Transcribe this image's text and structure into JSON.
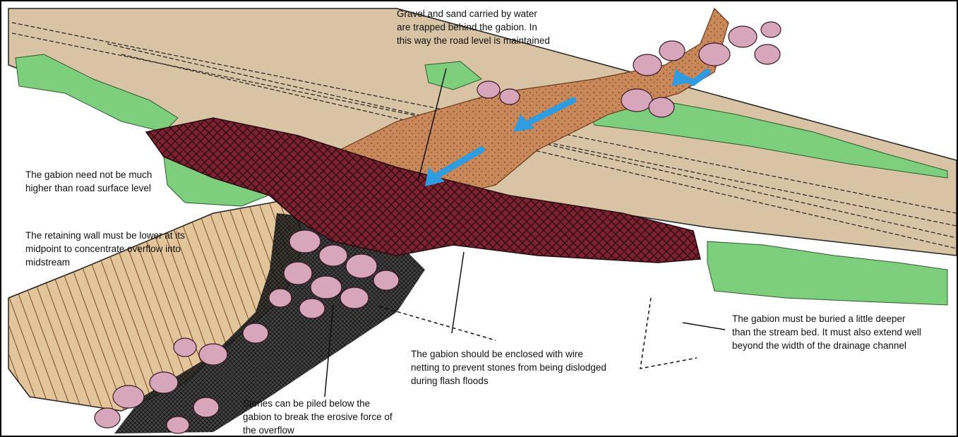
{
  "annotations": {
    "gravel_trapped": "Gravel and sand carried by water are trapped behind the gabion. In this way the road level is maintained",
    "gabion_height": "The gabion need not be much higher than road surface level",
    "retaining_wall": "The retaining wall must be lower at its midpoint to concentrate overflow into midstream",
    "gabion_enclosed": "The gabion should be enclosed with wire netting to prevent stones from being dislodged during flash floods",
    "gabion_buried": "The gabion must be buried a little deeper than the stream bed. It must also extend well beyond the width of the drainage channel",
    "stones_piled": "Stones can be piled below the gabion to break the erosive force of the overflow"
  },
  "colors": {
    "road": "#d8c3a5",
    "gabion": "#7a2230",
    "sediment": "#c9885a",
    "grass": "#7dcf7d",
    "stones": "#d7a6bb",
    "water_arrow": "#2f9be0",
    "wall": "#e3c59b"
  }
}
